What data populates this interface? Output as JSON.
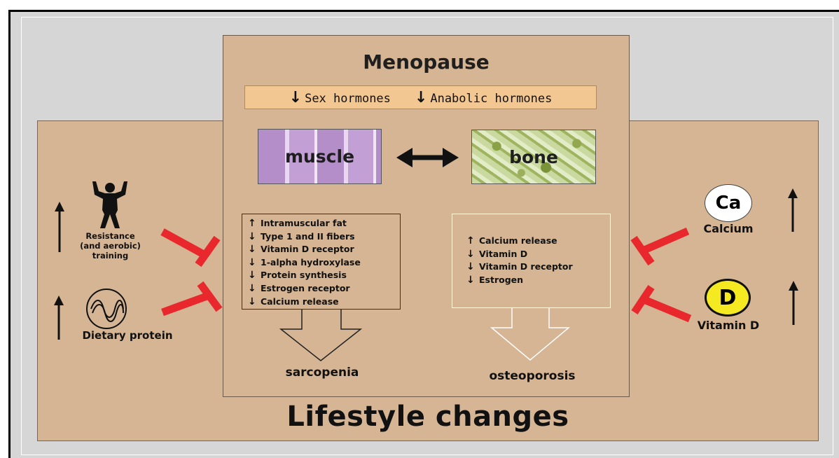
{
  "menopause": {
    "title": "Menopause",
    "hormones": [
      {
        "arrow": "↓",
        "label": "Sex hormones"
      },
      {
        "arrow": "↓",
        "label": "Anabolic hormones"
      }
    ]
  },
  "tiles": {
    "muscle": "muscle",
    "bone": "bone"
  },
  "muscle_changes": [
    {
      "arrow": "↑",
      "label": "Intramuscular fat"
    },
    {
      "arrow": "↓",
      "label": "Type 1 and II fibers"
    },
    {
      "arrow": "↓",
      "label": "Vitamin D receptor"
    },
    {
      "arrow": "↓",
      "label": "1-alpha hydroxylase"
    },
    {
      "arrow": "↓",
      "label": "Protein synthesis"
    },
    {
      "arrow": "↓",
      "label": "Estrogen receptor"
    },
    {
      "arrow": "↓",
      "label": "Calcium release"
    }
  ],
  "bone_changes": [
    {
      "arrow": "↑",
      "label": "Calcium release"
    },
    {
      "arrow": "↓",
      "label": "Vitamin D"
    },
    {
      "arrow": "↓",
      "label": "Vitamin D receptor"
    },
    {
      "arrow": "↓",
      "label": "Estrogen"
    }
  ],
  "outcomes": {
    "muscle": "sarcopenia",
    "bone": "osteoporosis"
  },
  "left_factors": {
    "training": {
      "line1": "Resistance",
      "line2": "(and aerobic)",
      "line3": "training",
      "arrow": "↑"
    },
    "protein": {
      "label": "Dietary protein",
      "arrow": "↑"
    }
  },
  "right_factors": {
    "calcium": {
      "symbol": "Ca",
      "label": "Calcium",
      "arrow": "↑"
    },
    "vitamin_d": {
      "symbol": "D",
      "label": "Vitamin D",
      "arrow": "↑"
    }
  },
  "lifestyle": {
    "title": "Lifestyle changes"
  },
  "colors": {
    "panel": "#d5b594",
    "hormone_bar": "#f2c792",
    "inhibit": "#e8282c",
    "vitamin_d_circle": "#f5ea22"
  }
}
